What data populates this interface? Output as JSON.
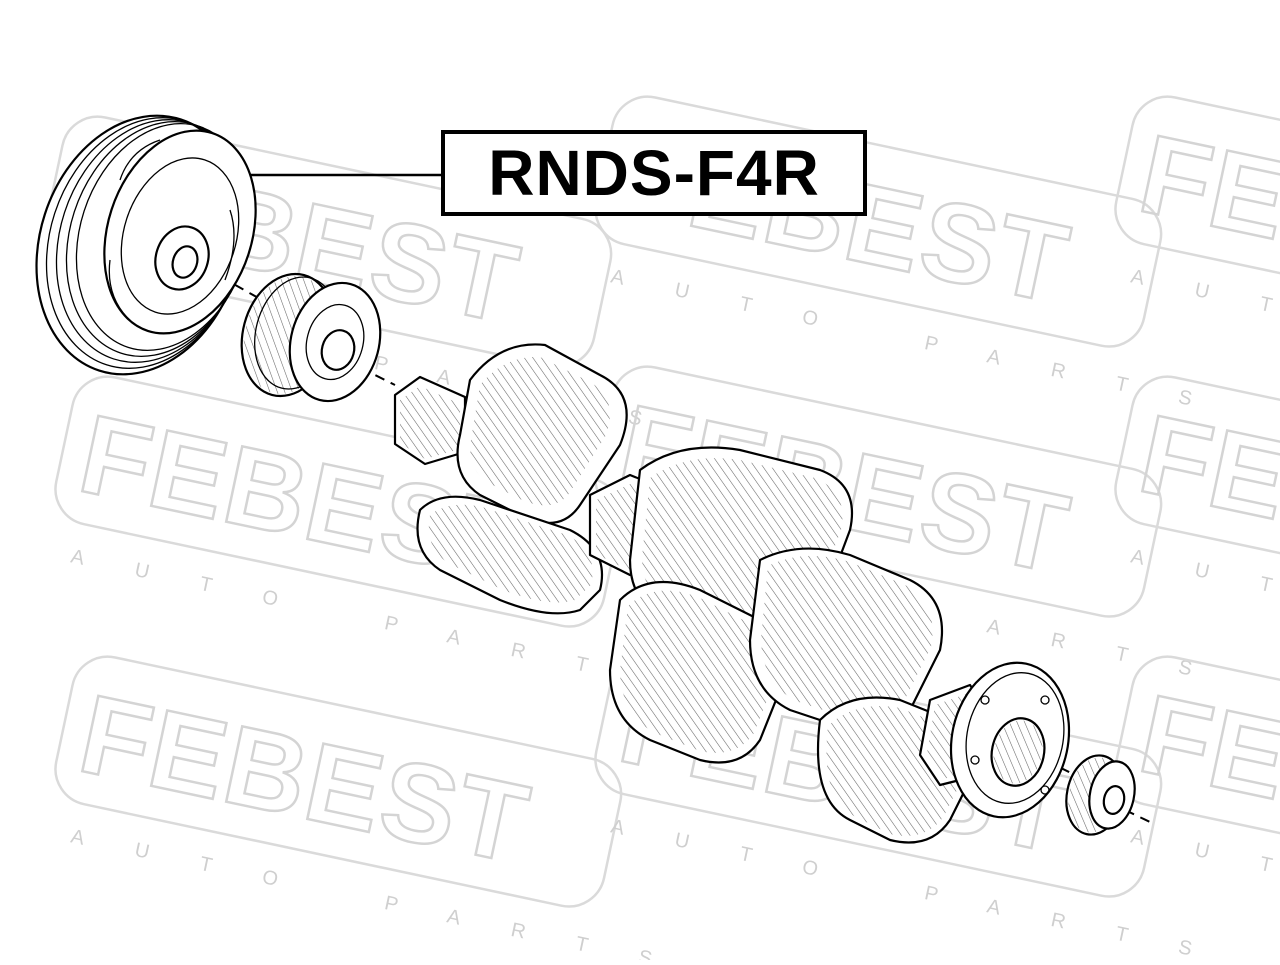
{
  "label": {
    "part_number": "RNDS-F4R"
  },
  "watermark": {
    "brand": "FEBEST",
    "tagline": "AUTO PARTS"
  },
  "colors": {
    "ink": "#000000",
    "watermark": "#d4d4d4",
    "background": "#ffffff"
  }
}
